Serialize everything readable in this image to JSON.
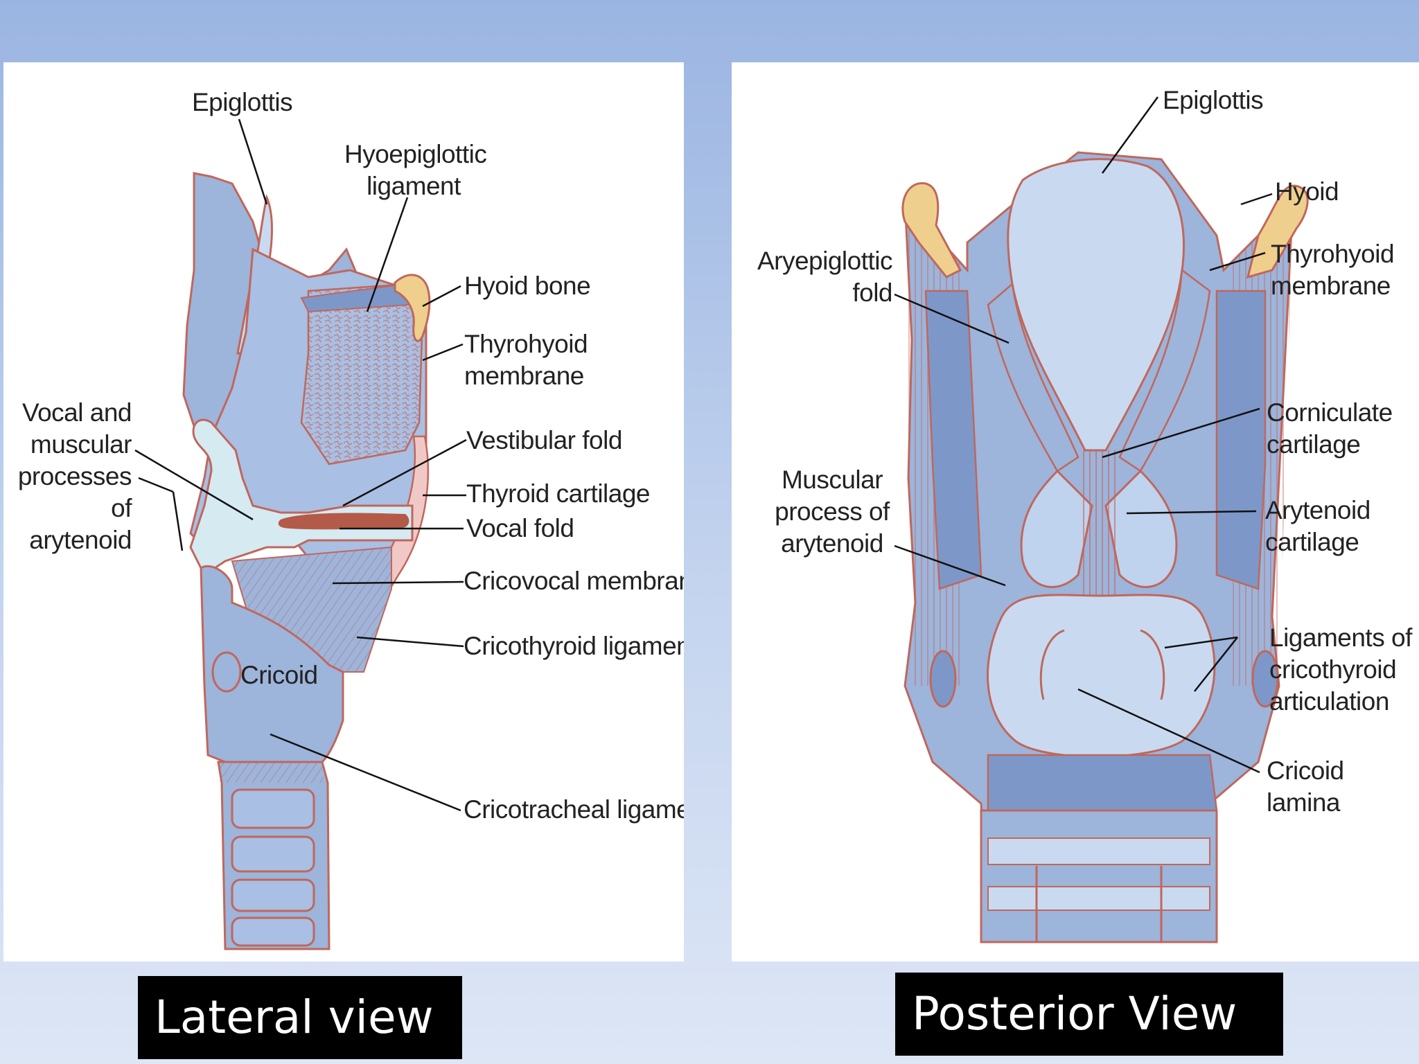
{
  "lateral": {
    "labels": {
      "epiglottis": "Epiglottis",
      "hyoepiglottic_ligament": "Hyoepiglottic\nligament",
      "hyoid_bone": "Hyoid bone",
      "thyrohyoid_membrane": "Thyrohyoid\nmembrane",
      "vocal_muscular_processes": "Vocal and\nmuscular\nprocesses\nof arytenoid",
      "vestibular_fold": "Vestibular fold",
      "thyroid_cartilage": "Thyroid cartilage",
      "vocal_fold": "Vocal fold",
      "cricovocal_membrane": "Cricovocal membrane",
      "cricothyroid_ligament": "Cricothyroid ligament",
      "cricoid": "Cricoid",
      "cricotracheal_ligament": "Cricotracheal ligament"
    },
    "caption": "Lateral view"
  },
  "posterior": {
    "labels": {
      "epiglottis": "Epiglottis",
      "hyoid": "Hyoid",
      "thyrohyoid_membrane": "Thyrohyoid\nmembrane",
      "aryepiglottic_fold": "Aryepiglottic\nfold",
      "corniculate_cartilage": "Corniculate\ncartilage",
      "muscular_process": "Muscular\nprocess of\narytenoid",
      "arytenoid_cartilage": "Arytenoid\ncartilage",
      "ligaments_cricothyroid": "Ligaments of\ncricothyroid\narticulation",
      "cricoid_lamina": "Cricoid\nlamina"
    },
    "caption": "Posterior View"
  },
  "colors": {
    "tissue_blue": "#9db4db",
    "tissue_dark": "#7d98c8",
    "outline_red": "#c0675b",
    "hyoid_yellow": "#efcf8e",
    "pale_cartilage": "#d6eaf2",
    "vocal_fold_red": "#b45a48"
  }
}
